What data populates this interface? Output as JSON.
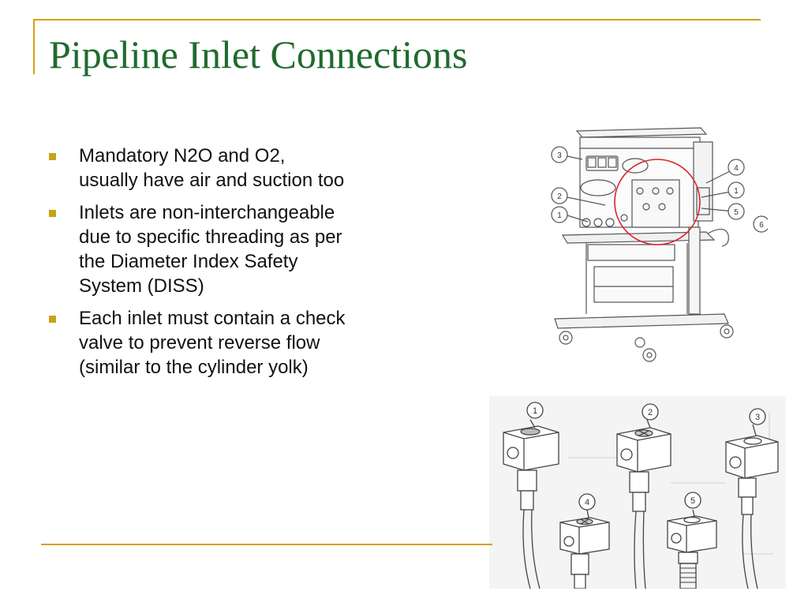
{
  "slide": {
    "title": "Pipeline Inlet Connections",
    "bullets": [
      {
        "lines": [
          "Mandatory N2O and O2,",
          "usually have air and suction too"
        ]
      },
      {
        "lines": [
          "Inlets are non-interchangeable",
          "due to specific threading as per",
          "the Diameter Index Safety",
          "System (DISS)"
        ]
      },
      {
        "lines": [
          "Each inlet must contain a check",
          "valve to prevent reverse flow",
          "(similar to the cylinder yolk)"
        ]
      }
    ]
  },
  "machine_figure": {
    "callouts": [
      "3",
      "4",
      "2",
      "1",
      "1",
      "5",
      "6"
    ]
  },
  "inlets_figure": {
    "callouts": [
      "1",
      "2",
      "3",
      "4",
      "5"
    ]
  },
  "colors": {
    "title": "#1f6b2e",
    "accent_rule": "#d4a017",
    "bullet_marker": "#c9a21a",
    "highlight_circle": "#d9232a"
  }
}
